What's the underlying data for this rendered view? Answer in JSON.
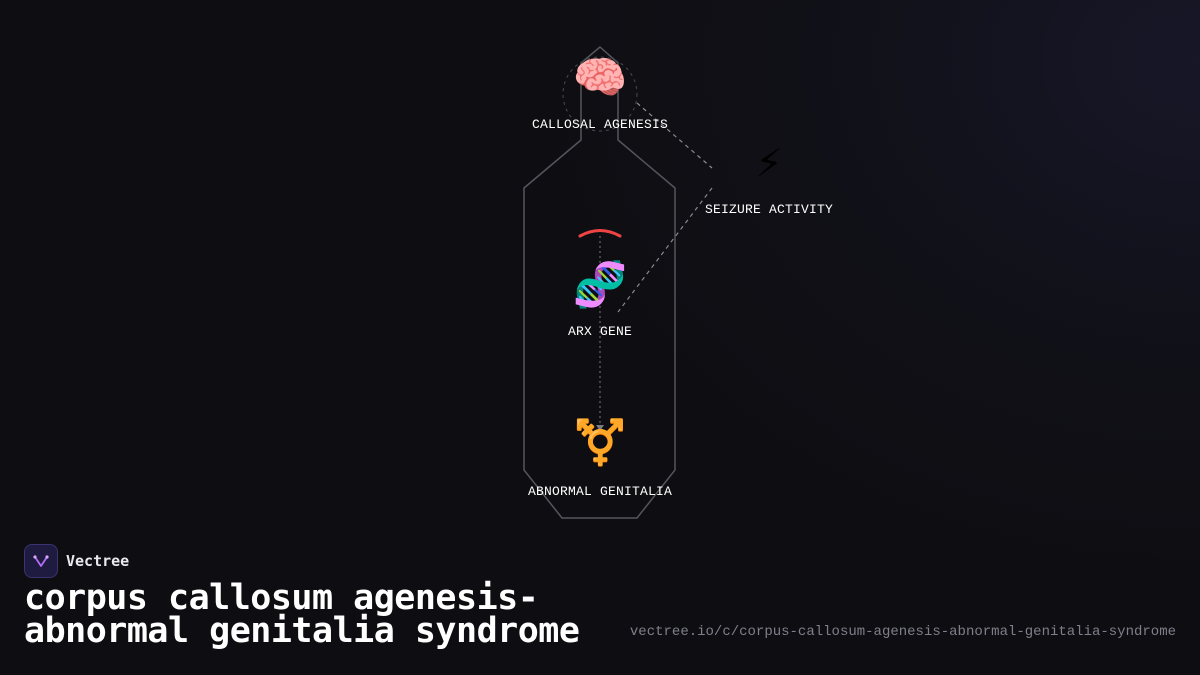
{
  "brand": {
    "name": "Vectree",
    "logo_icon": "vectree-logo-icon"
  },
  "title": "corpus callosum agenesis-abnormal genitalia syndrome",
  "url": "vectree.io/c/corpus-callosum-agenesis-abnormal-genitalia-syndrome",
  "diagram": {
    "nodes": [
      {
        "id": "callosal-agenesis",
        "label": "CALLOSAL AGENESIS",
        "icon": "brain-icon",
        "glyph": "🧠"
      },
      {
        "id": "seizure-activity",
        "label": "SEIZURE ACTIVITY",
        "icon": "lightning-icon",
        "glyph": "⚡"
      },
      {
        "id": "arx-gene",
        "label": "ARX GENE",
        "icon": "dna-icon",
        "glyph": "🧬"
      },
      {
        "id": "abnormal-genitalia",
        "label": "ABNORMAL GENITALIA",
        "icon": "transgender-symbol-icon",
        "glyph": "⚧️"
      }
    ],
    "colors": {
      "outline": "#5a5a62",
      "connector": "#8a8a92",
      "arc": "#ef4444",
      "background": "#0e0e12"
    }
  }
}
